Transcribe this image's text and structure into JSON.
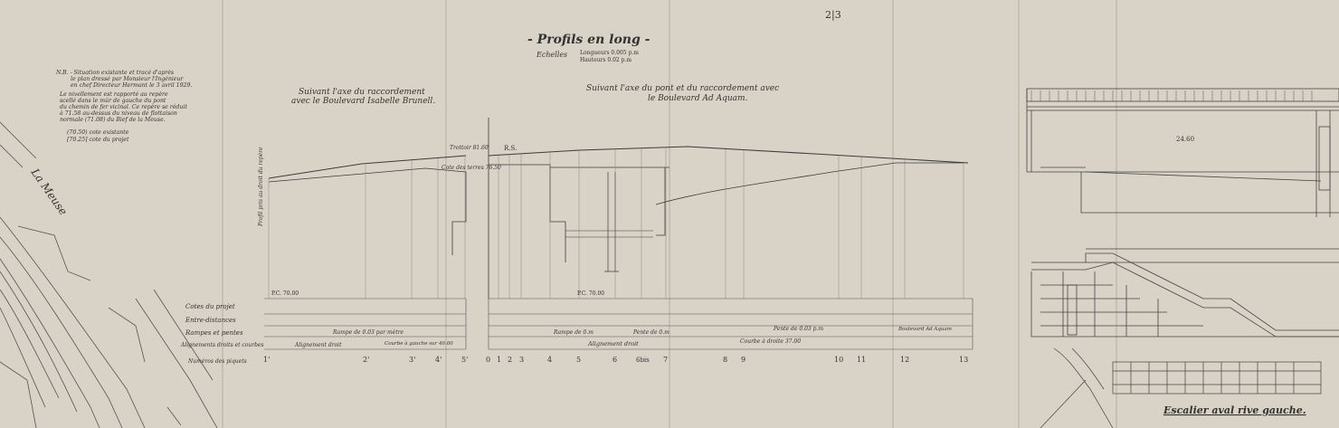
{
  "header": {
    "title": "- Profils en long -",
    "scales_label": "Echelles",
    "scale_lengths": "Longueurs 0.005 p.m",
    "scale_heights": "Hauteurs 0.02 p.m",
    "sheet_number": "2|3"
  },
  "notes": {
    "nb_lines": [
      "N.B. - Situation existante et tracé d'après",
      "le plan dressé par Monsieur l'Ingénieur",
      "en chef Directeur Hermant le 3 avril 1929.",
      "Le nivellement est rapporté au repère",
      "scellé dans le mûr de gauche du pont",
      "du chemin de fer vicinal. Ce repère se réduit",
      "à 71.58 au-dessus du niveau de flottaison",
      "normale (71.08) du Bief de la Meuse."
    ],
    "legend_existing": "(70.50) cote existante",
    "legend_project": "[70.25] cote du projet"
  },
  "map": {
    "river_label": "La Meuse"
  },
  "profiles": {
    "left_heading_1": "Suivant l'axe du raccordement",
    "left_heading_2": "avec le Boulevard Isabelle Brunell.",
    "right_heading_1": "Suivant l'axe du pont et du raccordement avec",
    "right_heading_2": "le Boulevard Ad Aquam.",
    "plan_ref_left": "P.C. 70.00",
    "plan_ref_right": "P.C. 70.00",
    "label_rs": "R.S.",
    "label_trottoir": "Trottoir 81.60",
    "label_cote": "Cote des terres 76.50",
    "label_axis": "Profil pris au droit du repère"
  },
  "table": {
    "row_labels": [
      "Cotes du projet",
      "Entre-distances",
      "Rampes et pentes",
      "Alignements droits et courbes",
      "Numéros des piquets"
    ],
    "ramp_left": "Rampe de 0.03 par mètre",
    "ramp_right_1": "Rampe de 0.m",
    "ramp_right_2": "Pente de 0.m",
    "ramp_right_3": "Pente de 0.03 p.m",
    "ramp_right_4": "Boulevard Ad Aquam",
    "align_left": "Alignement droit",
    "align_left_curve": "Courbe à gauche sur 40.00",
    "align_right": "Alignement droit",
    "align_right_curve": "Courbe à droite 37.00",
    "left_pegs": [
      "1'",
      "2'",
      "3'",
      "4'",
      "5'"
    ],
    "right_pegs": [
      "0",
      "1",
      "2",
      "3",
      "4",
      "5",
      "6",
      "6bis",
      "7",
      "8",
      "9",
      "10",
      "11",
      "12",
      "13"
    ]
  },
  "bridge": {
    "caption": "Escalier aval rive gauche.",
    "dimension": "24.60"
  }
}
